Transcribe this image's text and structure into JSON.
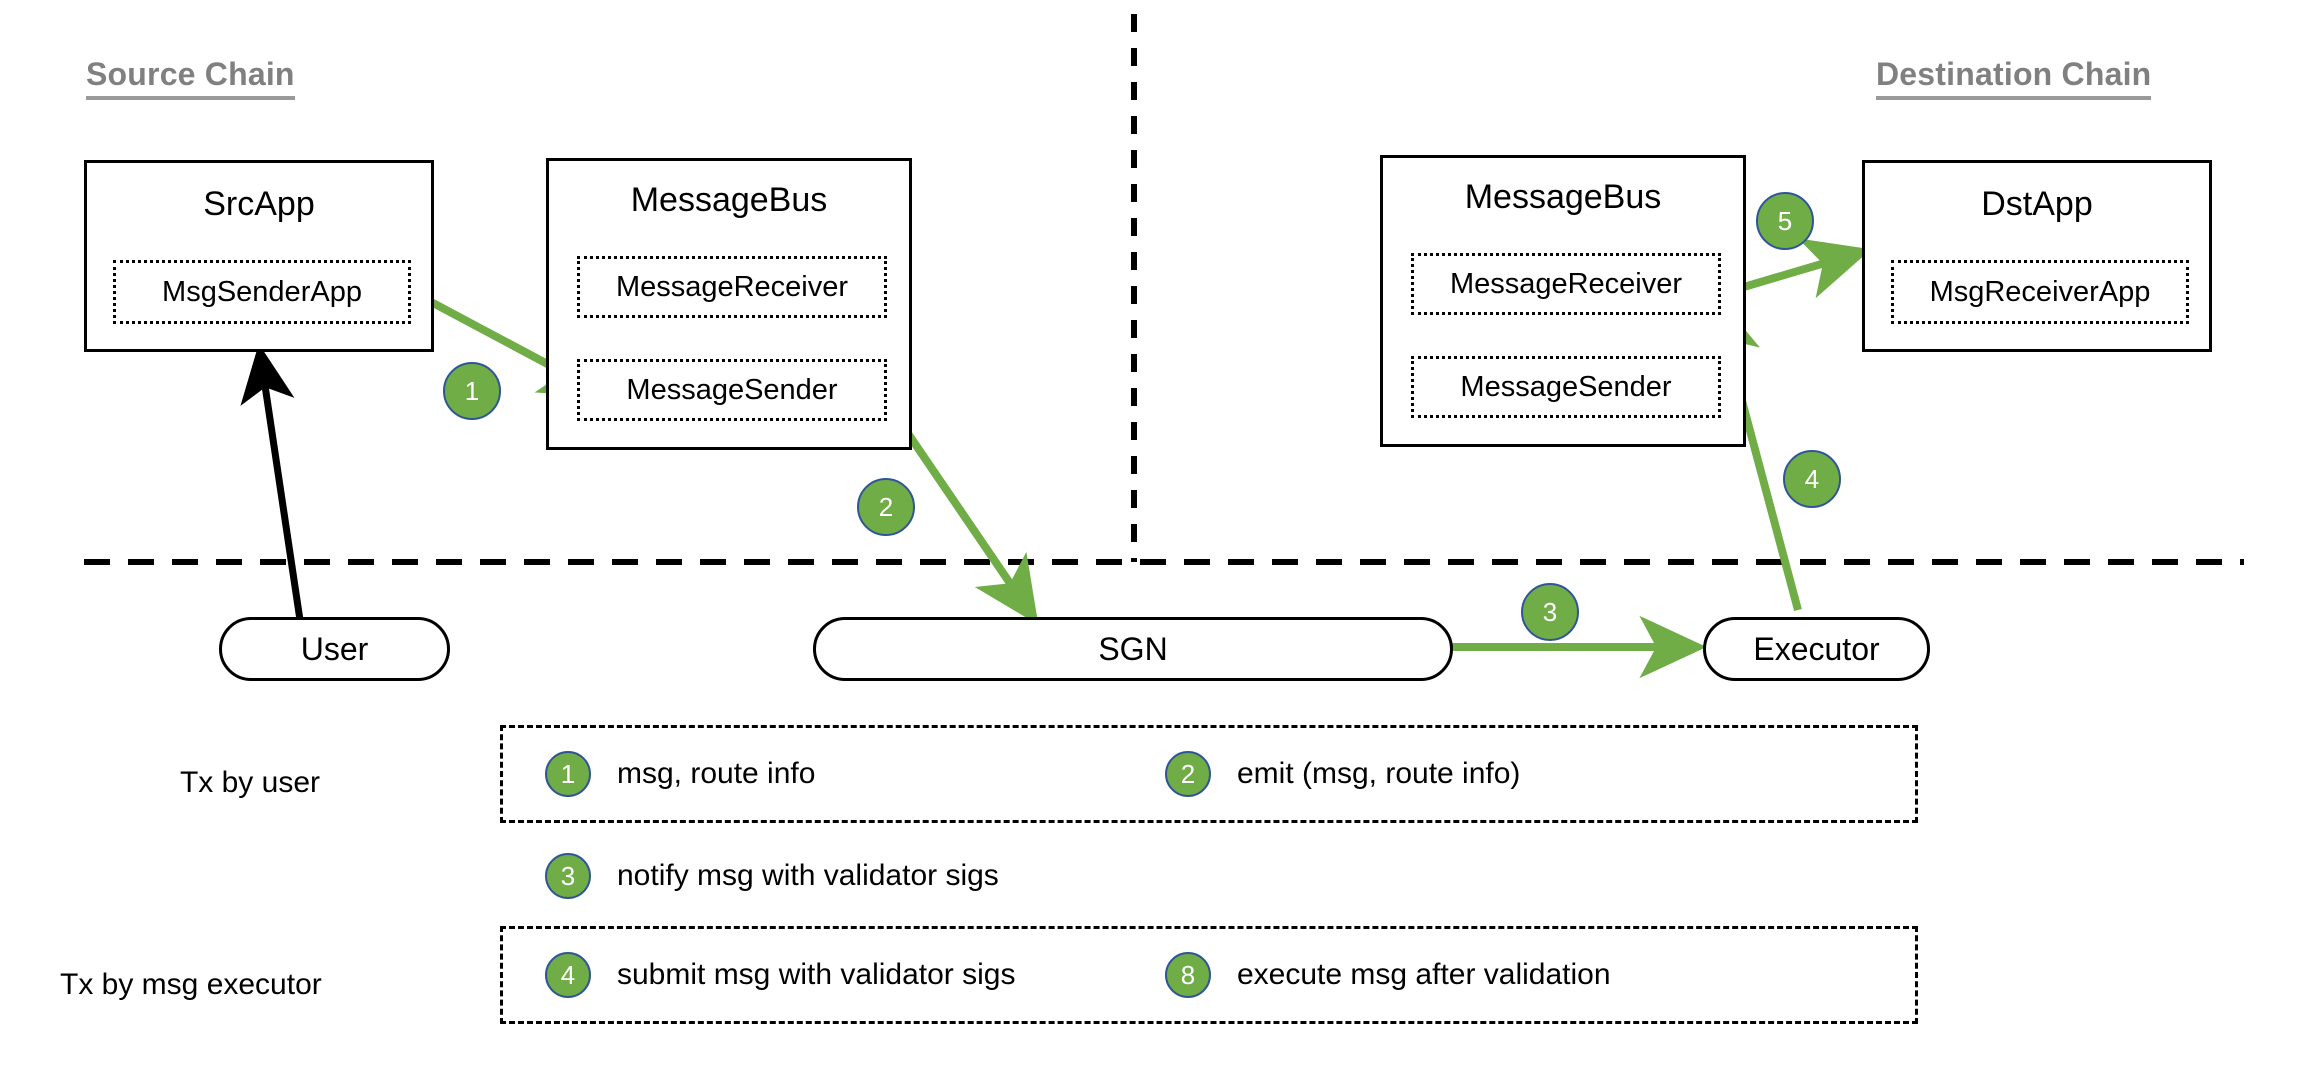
{
  "chains": {
    "source_label": "Source Chain",
    "destination_label": "Destination Chain"
  },
  "source": {
    "src_app": {
      "title": "SrcApp",
      "inner": "MsgSenderApp"
    },
    "message_bus": {
      "title": "MessageBus",
      "receiver": "MessageReceiver",
      "sender": "MessageSender"
    }
  },
  "destination": {
    "message_bus": {
      "title": "MessageBus",
      "receiver": "MessageReceiver",
      "sender": "MessageSender"
    },
    "dst_app": {
      "title": "DstApp",
      "inner": "MsgReceiverApp"
    }
  },
  "offchain": {
    "user": "User",
    "sgn": "SGN",
    "executor": "Executor"
  },
  "flow_badges": {
    "b1": "1",
    "b2": "2",
    "b3": "3",
    "b4": "4",
    "b5": "5"
  },
  "legend": {
    "row1_label": "Tx by user",
    "row3_label": "Tx by msg executor",
    "items": [
      {
        "num": "1",
        "text": "msg, route info"
      },
      {
        "num": "2",
        "text": "emit (msg, route info)"
      },
      {
        "num": "3",
        "text": "notify msg with validator sigs"
      },
      {
        "num": "4",
        "text": "submit msg with validator sigs"
      },
      {
        "num": "8",
        "text": "execute msg after validation"
      }
    ]
  },
  "colors": {
    "arrow_green": "#70AD47",
    "badge_fill": "#70AD47",
    "badge_border": "#2F5597",
    "chain_title_gray": "#808080",
    "line_black": "#000000"
  }
}
